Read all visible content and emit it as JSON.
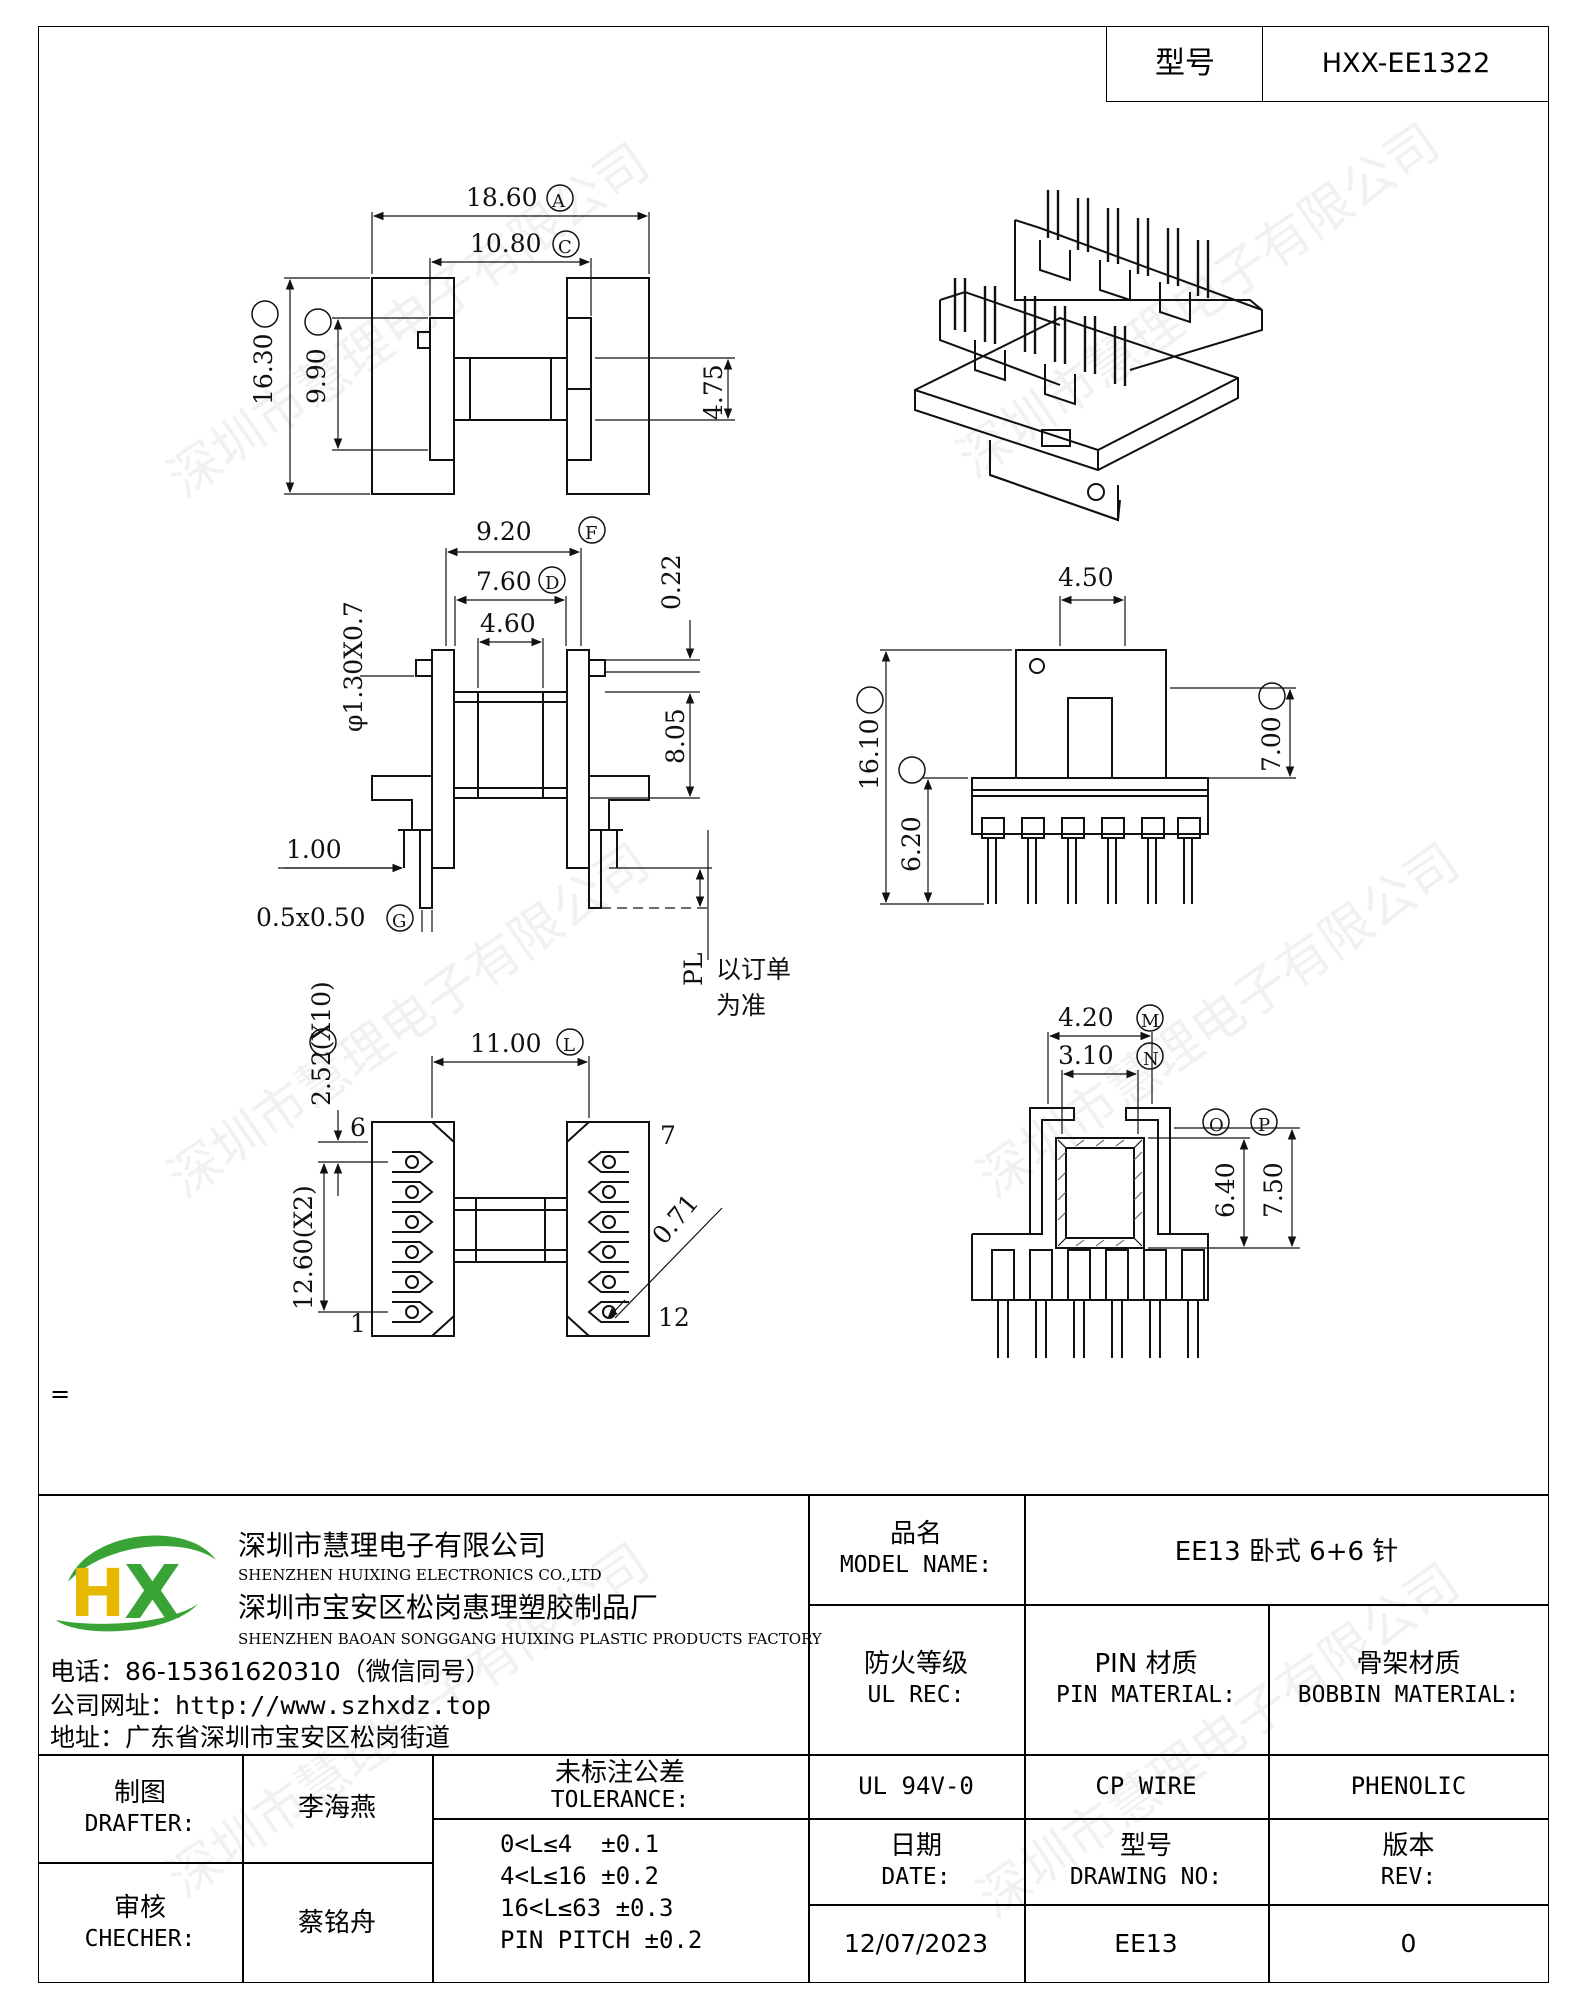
{
  "header": {
    "model_label": "型号",
    "model_value": "HXX-EE1322"
  },
  "dims": {
    "d1": "18.60",
    "d2": "10.80",
    "d3": "16.30",
    "d4": "9.90",
    "d5": "4.75",
    "d6": "9.20",
    "d7": "7.60",
    "d8": "4.60",
    "d9": "0.22",
    "d10": "φ1.30X0.7",
    "d11": "8.05",
    "d12": "1.00",
    "d13": "0.5x0.50",
    "d14": "4.50",
    "d15": "16.10",
    "d16": "7.00",
    "d17": "6.20",
    "d18": "2.52(X10)",
    "d19": "11.00",
    "d20": "12.60(X2)",
    "d21": "0.71",
    "d22": "4.20",
    "d23": "3.10",
    "d24": "6.40",
    "d25": "7.50",
    "pin6": "6",
    "pin7": "7",
    "pin1": "1",
    "pin12": "12",
    "note_l1": "PL",
    "note_l2": "以订单",
    "note_l3": "为准",
    "eq": "="
  },
  "company": {
    "name_cn": "深圳市慧理电子有限公司",
    "name_en": "SHENZHEN HUIXING ELECTRONICS CO.,LTD",
    "factory_cn": "深圳市宝安区松岗惠理塑胶制品厂",
    "factory_en": "SHENZHEN BAOAN SONGGANG HUIXING PLASTIC PRODUCTS FACTORY",
    "phone": "电话：86-15361620310（微信同号）",
    "web": "公司网址：http://www.szhxdz.top",
    "addr": "地址：广东省深圳市宝安区松岗街道",
    "logo_h": "H",
    "logo_x": "X"
  },
  "table": {
    "model_name_cn": "品名",
    "model_name_en": "MODEL NAME:",
    "model_name_val": "EE13 卧式 6+6 针",
    "ul_cn": "防火等级",
    "ul_en": "UL REC:",
    "pin_cn": "PIN 材质",
    "pin_en": "PIN MATERIAL:",
    "bobbin_cn": "骨架材质",
    "bobbin_en": "BOBBIN MATERIAL:",
    "ul_val": "UL 94V-0",
    "pin_val": "CP WIRE",
    "bobbin_val": "PHENOLIC",
    "drafter_cn": "制图",
    "drafter_en": "DRAFTER:",
    "drafter_val": "李海燕",
    "checker_cn": "审核",
    "checker_en": "CHECHER:",
    "checker_val": "蔡铭舟",
    "tol_cn": "未标注公差",
    "tol_en": "TOLERANCE:",
    "tol_lines": [
      "0<L≤4  ±0.1",
      "4<L≤16 ±0.2",
      "16<L≤63 ±0.3",
      "PIN PITCH ±0.2"
    ],
    "date_cn": "日期",
    "date_en": "DATE:",
    "date_val": "12/07/2023",
    "dwg_cn": "型号",
    "dwg_en": "DRAWING NO:",
    "dwg_val": "EE13",
    "rev_cn": "版本",
    "rev_en": "REV:",
    "rev_val": "0"
  },
  "watermark": "深圳市慧理电子有限公司",
  "colors": {
    "logo_green": "#3aa335",
    "logo_yellow": "#e6b800"
  }
}
